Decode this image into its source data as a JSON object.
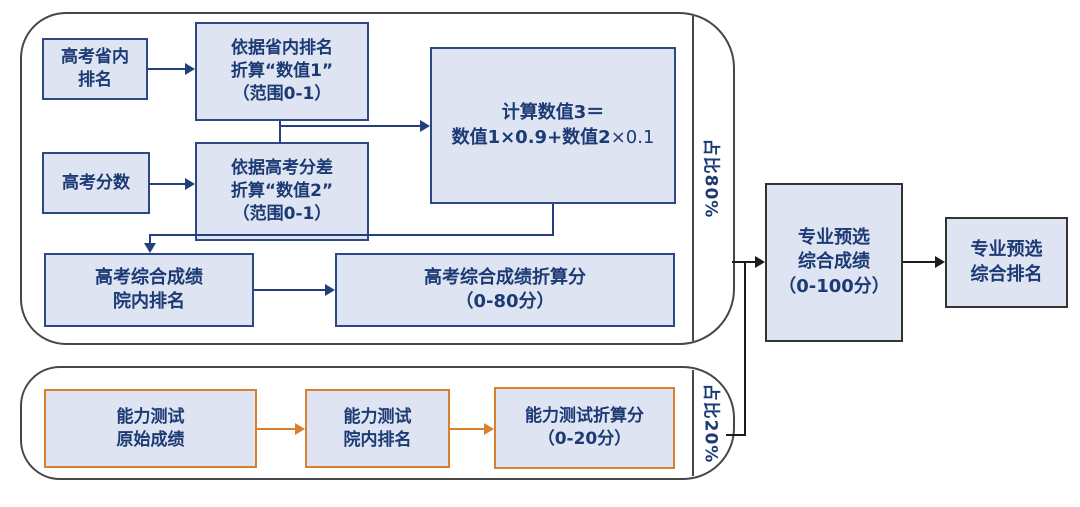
{
  "colors": {
    "navy_text": "#1c3a74",
    "navy_border": "#2c4886",
    "navy_arrow": "#24407c",
    "orange": "#d8802e",
    "black_arrow": "#1c1c1c",
    "box_fill": "#dee4f2",
    "container_border": "#474747"
  },
  "top_section": {
    "weight_label": "占比80%",
    "boxes": {
      "province_rank": {
        "lines": [
          "高考省内",
          "排名"
        ]
      },
      "value1": {
        "lines": [
          "依据省内排名",
          "折算“数值1”",
          "（范围0-1）"
        ]
      },
      "score": {
        "lines": [
          "高考分数"
        ]
      },
      "value2": {
        "lines": [
          "依据高考分差",
          "折算“数值2”",
          "（范围0-1）"
        ]
      },
      "formula": {
        "line1": "计算数值3＝",
        "line2_main": "数值1×0.9+数值2",
        "line2_light": "×0.1"
      },
      "composite_rank": {
        "lines": [
          "高考综合成绩",
          "院内排名"
        ]
      },
      "composite_score": {
        "lines": [
          "高考综合成绩折算分",
          "（0-80分）"
        ]
      }
    }
  },
  "bottom_section": {
    "weight_label": "占比20%",
    "boxes": {
      "ability_raw": {
        "lines": [
          "能力测试",
          "原始成绩"
        ]
      },
      "ability_rank": {
        "lines": [
          "能力测试",
          "院内排名"
        ]
      },
      "ability_score": {
        "lines": [
          "能力测试折算分",
          "（0-20分）"
        ]
      }
    }
  },
  "result": {
    "preselect_score": {
      "lines": [
        "专业预选",
        "综合成绩",
        "（0-100分）"
      ]
    },
    "preselect_rank": {
      "lines": [
        "专业预选",
        "综合排名"
      ]
    }
  }
}
